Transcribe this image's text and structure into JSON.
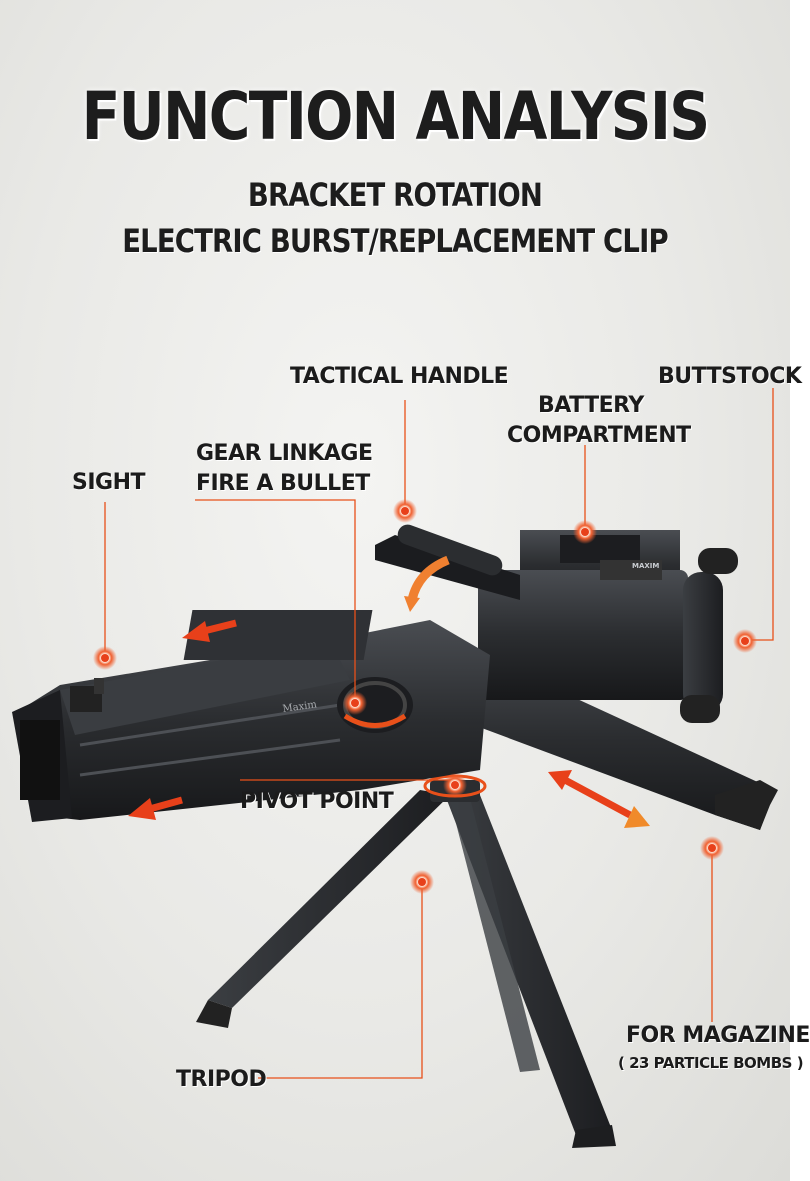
{
  "title": "FUNCTION ANALYSIS",
  "subtitle_line1": "BRACKET ROTATION",
  "subtitle_line2": "ELECTRIC BURST/REPLACEMENT CLIP",
  "labels": {
    "tactical_handle": "TACTICAL HANDLE",
    "buttstock": "BUTTSTOCK",
    "battery_line1": "BATTERY",
    "battery_line2": "COMPARTMENT",
    "gear_line1": "GEAR LINKAGE",
    "gear_line2": "FIRE A BULLET",
    "sight": "SIGHT",
    "pivot_point": "PIVOT POINT",
    "for_magazine": "FOR MAGAZINE",
    "magazine_note": "( 23 PARTICLE BOMBS )",
    "tripod": "TRIPOD"
  },
  "model_text": {
    "barrel_brand": "Maxim",
    "body_brand": "MAXIM"
  },
  "colors": {
    "background": "#e9e9e6",
    "text": "#1b1b1b",
    "accent": "#e8501a",
    "leader_line": "#e8501a",
    "model_body": "#2b2d30"
  }
}
